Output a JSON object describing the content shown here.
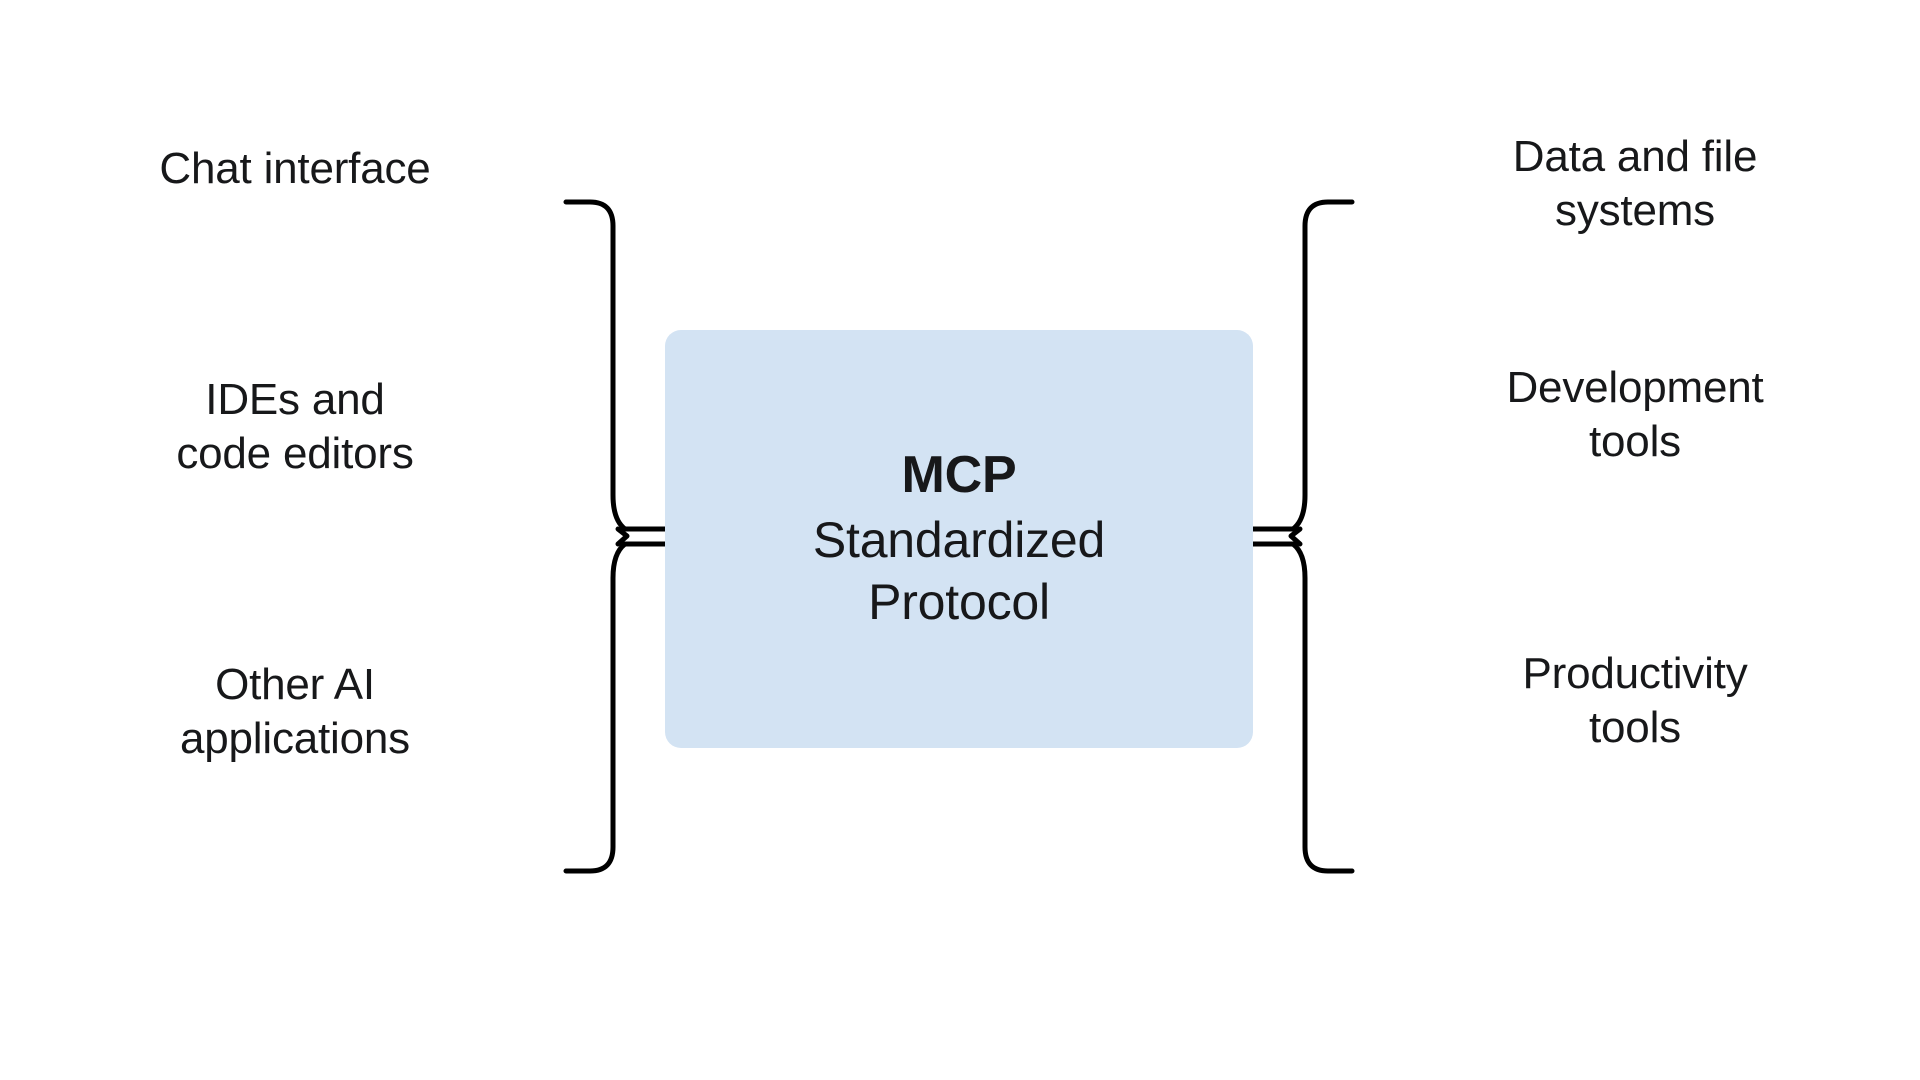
{
  "diagram": {
    "type": "hub-and-spoke",
    "background_color": "#ffffff",
    "accent_color": "#d3e3f3",
    "text_color": "#17181a",
    "stroke_color": "#000000",
    "center": {
      "title": "MCP",
      "subtitle": "Standardized\nProtocol"
    },
    "left_group": {
      "side": "left",
      "items": [
        {
          "label": "Chat interface"
        },
        {
          "label": "IDEs and\ncode editors"
        },
        {
          "label": "Other AI\napplications"
        }
      ]
    },
    "right_group": {
      "side": "right",
      "items": [
        {
          "label": "Data and file\nsystems"
        },
        {
          "label": "Development\ntools"
        },
        {
          "label": "Productivity\ntools"
        }
      ]
    },
    "connectors": {
      "left_bracket_name": "left-curly-bracket",
      "right_bracket_name": "right-curly-bracket"
    }
  }
}
